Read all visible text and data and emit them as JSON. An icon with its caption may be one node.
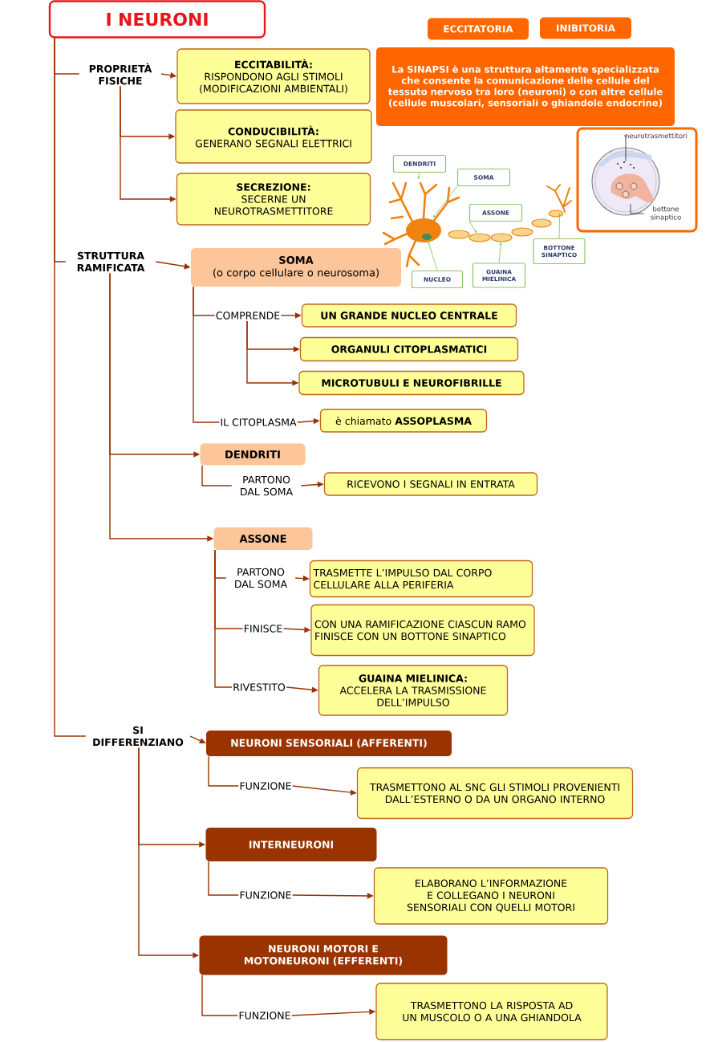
{
  "diagram": {
    "nodes": [
      {
        "text": [
          "I NEURONI"
        ]
      },
      {
        "text": [
          "PROPRIETÀ FISICHE"
        ]
      },
      {
        "text": [
          "ECCITABILITÀ:",
          "RISPONDONO AGLI STIMOLI (MODIFICAZIONI AMBIENTALI)"
        ]
      },
      {
        "text": [
          "CONDUCIBILITÀ:",
          "GENERANO SEGNALI ELETTRICI"
        ]
      },
      {
        "text": [
          "SECREZIONE:",
          "SECERNE UN NEUROTRASMETTITORE"
        ]
      },
      {
        "text": [
          "ECCITATORIA"
        ]
      },
      {
        "text": [
          "INIBITORIA"
        ]
      },
      {
        "text": [
          "La SINAPSI è una struttura altamente specializzata che consente la comunicazione delle cellule del tessuto nervoso tra loro (neuroni) o con altre cellule (cellule muscolari, sensoriali o ghiandole endocrine)"
        ]
      },
      {
        "text": [],
        "shape": "picture"
      },
      {
        "text": [
          "neurotrasmettitori"
        ],
        "in": 8
      },
      {
        "text": [
          "bottone sinaptico"
        ],
        "in": 8
      },
      {
        "text": [
          "DENDRITI"
        ]
      },
      {
        "text": [
          "SOMA"
        ]
      },
      {
        "text": [
          "ASSONE"
        ]
      },
      {
        "text": [
          "BOTTONE SINAPTICO"
        ]
      },
      {
        "text": [
          "GUAINA MIELINICA"
        ]
      },
      {
        "text": [
          "NUCLEO"
        ]
      },
      {
        "text": [
          "STRUTTURA RAMIFICATA"
        ]
      },
      {
        "text": [
          "SOMA",
          "(o corpo cellulare o neurosoma)"
        ]
      },
      {
        "text": [
          "COMPRENDE"
        ]
      },
      {
        "text": [
          "UN GRANDE NUCLEO CENTRALE"
        ]
      },
      {
        "text": [
          "ORGANULI CITOPLASMATICI"
        ]
      },
      {
        "text": [
          "MICROTUBULI E NEUROFIBRILLE"
        ]
      },
      {
        "text": [
          "IL CITOPLASMA"
        ]
      },
      {
        "text": [
          "è chiamato **ASSOPLASMA**"
        ]
      },
      {
        "text": [
          "DENDRITI"
        ]
      },
      {
        "text": [
          "PARTONO DAL SOMA"
        ]
      },
      {
        "text": [
          "RICEVONO I SEGNALI IN ENTRATA"
        ]
      },
      {
        "text": [
          "ASSONE"
        ]
      },
      {
        "text": [
          "PARTONO DAL SOMA"
        ]
      },
      {
        "text": [
          "TRASMETTE L’IMPULSO DAL CORPO CELLULARE ALLA PERIFERIA"
        ]
      },
      {
        "text": [
          "FINISCE"
        ]
      },
      {
        "text": [
          "CON UNA RAMIFICAZIONE CIASCUN RAMO FINISCE CON UN BOTTONE SINAPTICO"
        ]
      },
      {
        "text": [
          "RIVESTITO"
        ]
      },
      {
        "text": [
          "GUAINA MIELINICA:",
          "ACCELERA LA TRASMISSIONE DELL’IMPULSO"
        ]
      },
      {
        "text": [
          "SI DIFFERENZIANO"
        ]
      },
      {
        "text": [
          "NEURONI SENSORIALI (AFFERENTI)"
        ]
      },
      {
        "text": [
          "FUNZIONE"
        ]
      },
      {
        "text": [
          "TRASMETTONO AL SNC GLI STIMOLI PROVENIENTI DALL’ESTERNO O DA UN ORGANO INTERNO"
        ]
      },
      {
        "text": [
          "INTERNEURONI"
        ]
      },
      {
        "text": [
          "FUNZIONE"
        ]
      },
      {
        "text": [
          "ELABORANO L’INFORMAZIONE E COLLEGANO I NEURONI SENSORIALI CON QUELLI MOTORI"
        ]
      },
      {
        "text": [
          "NEURONI MOTORI E MOTONEURONI (EFFERENTI)"
        ]
      },
      {
        "text": [
          "FUNZIONE"
        ]
      },
      {
        "text": [
          "TRASMETTONO LA RISPOSTA AD UN MUSCOLO O A UNA GHIANDOLA"
        ]
      },
      {
        "text": [],
        "shape": "picture"
      },
      {
        "text": [],
        "shape": "picture"
      },
      {
        "text": [],
        "shape": "circle",
        "in": 46
      },
      {
        "text": [],
        "shape": "circle"
      },
      {
        "text": [],
        "shape": "circle"
      },
      {
        "text": [],
        "shape": "picture"
      },
      {
        "text": [],
        "shape": "picture",
        "in": 8
      },
      {
        "text": [],
        "shape": "picture",
        "in": 8
      }
    ],
    "edges": [
      {
        "from": 0,
        "to": 1,
        "arrow": "none"
      },
      {
        "from": 0,
        "to": 17,
        "arrow": "none"
      },
      {
        "from": 0,
        "to": 35,
        "arrow": "none"
      },
      {
        "from": 1,
        "to": 2,
        "arrow": "to"
      },
      {
        "from": 1,
        "to": 3,
        "arrow": "to"
      },
      {
        "from": 1,
        "to": 4,
        "arrow": "to"
      },
      {
        "from": 11,
        "to": 45,
        "arrow": "to",
        "color": "#8dc468"
      },
      {
        "from": 12,
        "to": 46,
        "arrow": "to",
        "color": "#8dc468"
      },
      {
        "from": 13,
        "to": 48,
        "arrow": "to",
        "color": "#8dc468"
      },
      {
        "from": 14,
        "to": 50,
        "arrow": "to",
        "color": "#8dc468"
      },
      {
        "from": 15,
        "to": 49,
        "arrow": "to",
        "color": "#8dc468"
      },
      {
        "from": 16,
        "to": 47,
        "arrow": "to",
        "color": "#8dc468"
      },
      {
        "from": 9,
        "to": 51,
        "arrow": "none",
        "color": "#333333"
      },
      {
        "from": 10,
        "to": 52,
        "arrow": "none",
        "color": "#333333"
      },
      {
        "from": 17,
        "to": 18,
        "arrow": "to"
      },
      {
        "from": 17,
        "to": 25,
        "arrow": "to"
      },
      {
        "from": 17,
        "to": 28,
        "arrow": "to"
      },
      {
        "from": 18,
        "to": 19,
        "arrow": "none"
      },
      {
        "from": 18,
        "to": 23,
        "arrow": "none"
      },
      {
        "from": 19,
        "to": 20,
        "arrow": "to"
      },
      {
        "from": 19,
        "to": 21,
        "arrow": "to"
      },
      {
        "from": 19,
        "to": 22,
        "arrow": "to"
      },
      {
        "from": 23,
        "to": 24,
        "arrow": "to"
      },
      {
        "from": 25,
        "to": 26,
        "arrow": "none"
      },
      {
        "from": 26,
        "to": 27,
        "arrow": "to"
      },
      {
        "from": 28,
        "to": 29,
        "arrow": "none"
      },
      {
        "from": 28,
        "to": 31,
        "arrow": "none"
      },
      {
        "from": 28,
        "to": 33,
        "arrow": "none"
      },
      {
        "from": 29,
        "to": 30,
        "arrow": "to"
      },
      {
        "from": 31,
        "to": 32,
        "arrow": "to"
      },
      {
        "from": 33,
        "to": 34,
        "arrow": "to"
      },
      {
        "from": 35,
        "to": 36,
        "arrow": "to"
      },
      {
        "from": 35,
        "to": 39,
        "arrow": "to"
      },
      {
        "from": 35,
        "to": 42,
        "arrow": "to"
      },
      {
        "from": 36,
        "to": 37,
        "arrow": "none"
      },
      {
        "from": 37,
        "to": 38,
        "arrow": "to"
      },
      {
        "from": 39,
        "to": 40,
        "arrow": "none"
      },
      {
        "from": 40,
        "to": 41,
        "arrow": "to"
      },
      {
        "from": 42,
        "to": 43,
        "arrow": "none"
      },
      {
        "from": 43,
        "to": 44,
        "arrow": "to"
      }
    ]
  }
}
